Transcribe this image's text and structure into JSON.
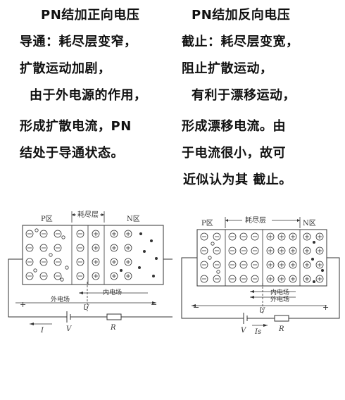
{
  "left_text": {
    "lines": [
      "PN结加正向电压",
      "导通：耗尽层变窄，",
      "扩散运动加剧，",
      "由于外电源的作用，",
      "形成扩散电流，PN",
      "结处于导通状态。"
    ]
  },
  "right_text": {
    "lines": [
      "PN结加反向电压",
      "截止：耗尽层变宽，",
      "阻止扩散运动，",
      "有利于漂移运动，",
      "形成漂移电流。由",
      "于电流很小，故可",
      "近似认为其 截止。"
    ]
  },
  "left_diagram": {
    "p_label": "P区",
    "depletion_label": "耗尽层",
    "n_label": "N区",
    "inner_field_label": "内电场",
    "outer_field_label": "外电场",
    "voltage_label": "U",
    "plus_sign": "+",
    "minus_sign": "−",
    "current_label": "I",
    "source_label": "V",
    "resistor_label": "R"
  },
  "right_diagram": {
    "p_label": "P区",
    "depletion_label": "耗尽层",
    "n_label": "N区",
    "inner_field_label": "内电场",
    "outer_field_label": "外电场",
    "voltage_label": "U",
    "plus_sign": "+",
    "minus_sign": "−",
    "current_label": "Is",
    "source_label": "V",
    "resistor_label": "R"
  }
}
